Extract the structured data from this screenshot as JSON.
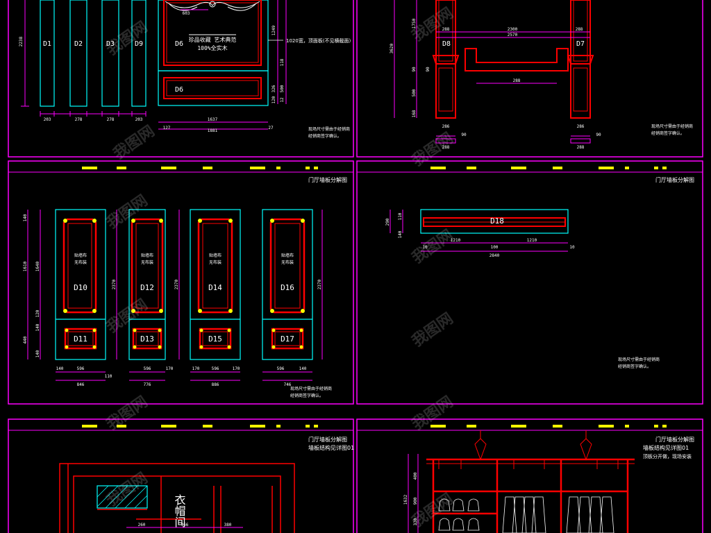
{
  "panel_titles": {
    "door_panel": "门厅墙板分解图",
    "door_panel_2": "门厅墙板分解图",
    "wardrobe": "门厅墙板分解图",
    "wardrobe_detail": "墙板结构见详图01",
    "wardrobe_side": "门厅墙板分解图",
    "wardrobe_side_detail": "墙板结构见详图01",
    "wardrobe_side_note": "顶板分开做，现场安装"
  },
  "notes": {
    "measure_a": "现场尺寸需由于经销商",
    "measure_b": "经销商签字确认。",
    "measure_c": "现场尺寸需由于经销商",
    "measure_d": "经销商签字确认。",
    "measure_e": "现场尺寸需由于经销商",
    "measure_f": "经销商签字确认。",
    "measure_g": "现场尺寸需由于经销商",
    "measure_h": "经销商签字确认。",
    "carving_note": "1020宽，顶面板(不见横截面)"
  },
  "panel_a": {
    "labels": [
      "D1",
      "D2",
      "D3",
      "D9",
      "D6",
      "D6"
    ],
    "dims_bottom": [
      "203",
      "278",
      "278",
      "203"
    ],
    "dims_d6": [
      "1637",
      "1881",
      "127",
      "27"
    ],
    "dim_top": "603",
    "dims_side": [
      "1249",
      "118",
      "326",
      "500",
      "12",
      "120",
      "2238"
    ],
    "banner_1": "珍品收藏  艺术典范",
    "banner_2": "100%全实木"
  },
  "panel_b": {
    "labels": [
      "D8",
      "D7"
    ],
    "dims_top": [
      "2300",
      "2570",
      "288",
      "288"
    ],
    "dim_mid": "288",
    "dims_side": [
      "1750",
      "3620",
      "90",
      "500",
      "168",
      "90"
    ],
    "dims_base": [
      "286",
      "288",
      "90",
      "286",
      "288",
      "90"
    ]
  },
  "panel_c": {
    "labels_upper": [
      "D10",
      "D12",
      "D14",
      "D16"
    ],
    "labels_lower": [
      "D11",
      "D13",
      "D15",
      "D17"
    ],
    "panel_text": [
      "贴墙布\n无布装",
      "贴墙布\n无布装",
      "贴墙布\n无布装",
      "贴墙布\n无布装"
    ],
    "dims_side_left": [
      "140",
      "1610",
      "1640",
      "120",
      "140",
      "440",
      "140"
    ],
    "dims_side": [
      "2370",
      "2370",
      "2370"
    ],
    "dims_bottom": [
      "140",
      "596",
      "110",
      "596",
      "170",
      "170",
      "596",
      "170",
      "596",
      "140"
    ],
    "dims_totals": [
      "846",
      "776",
      "886",
      "746"
    ]
  },
  "panel_d": {
    "label": "D18",
    "dims_side": [
      "290",
      "110",
      "140"
    ],
    "dims_bottom": [
      "10",
      "1210",
      "100",
      "1210",
      "10"
    ],
    "dim_total": "2840"
  },
  "panel_e": {
    "label": "衣帽间",
    "dims": [
      "260",
      "966",
      "380"
    ]
  },
  "panel_f": {
    "dims_side": [
      "400",
      "900",
      "330",
      "1632"
    ]
  },
  "watermark": "我图网",
  "colors": {
    "background": "#000000",
    "frame": "#ff00ff",
    "panel_outline": "#00ffff",
    "molding": "#ff0000",
    "text": "#ffffff",
    "dimension": "#ff00ff",
    "label_yellow": "#ffff00"
  }
}
